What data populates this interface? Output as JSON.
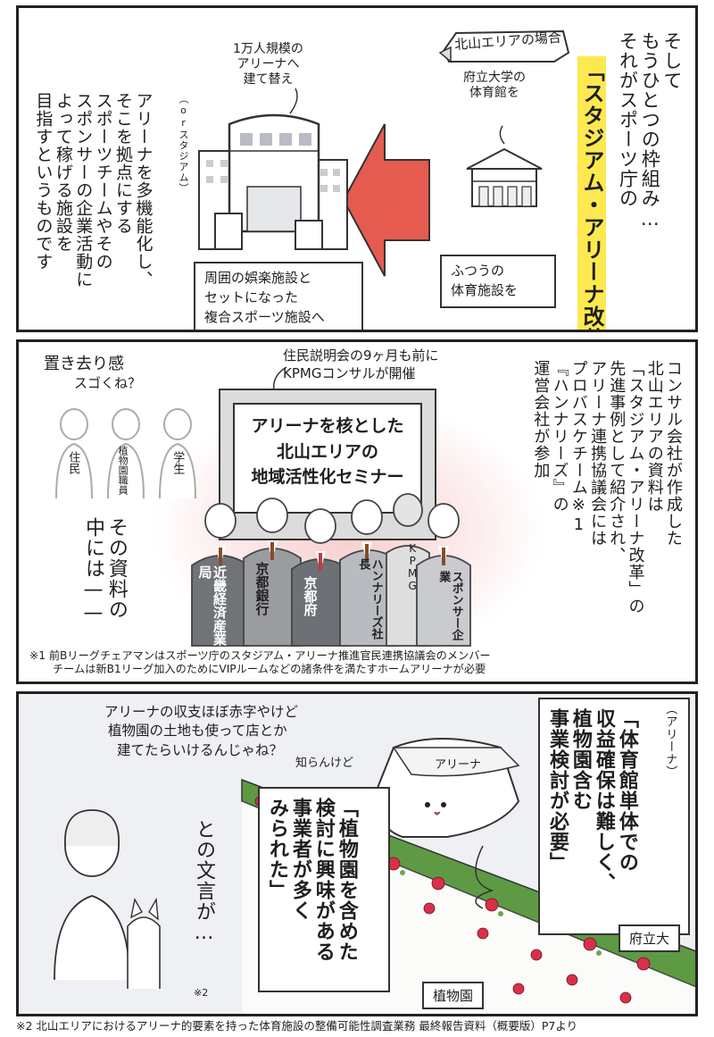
{
  "panel1": {
    "narration": [
      "そして",
      "もうひとつの枠組み…",
      "それがスポーツ庁の"
    ],
    "highlight": "「スタジアム・アリーナ改革」",
    "area_tag": "北山エリアの場合",
    "univ_caption": [
      "府立大学の",
      "体育館を"
    ],
    "arena_caption": [
      "1万人規模の",
      "アリーナへ",
      "建て替え"
    ],
    "box_left": [
      "周囲の娯楽施設と",
      "セットになった",
      "複合スポーツ施設へ"
    ],
    "box_right": [
      "ふつうの",
      "体育施設を"
    ],
    "small_note": "（orスタジアム）",
    "explanation": [
      "アリーナを多機能化し、",
      "そこを拠点にする",
      "スポーツチームやその",
      "スポンサーの企業活動に",
      "よって稼げる施設を",
      "目指すというものです"
    ]
  },
  "panel2": {
    "narration": [
      "コンサル会社が作成した",
      "北山エリアの資料は",
      "「スタジアム・アリーナ改革」の",
      "先進事例として紹介され、",
      "アリーナ連携協議会には",
      "プロバスケチーム※1",
      "『ハンナリーズ』の",
      "運営会社が参加"
    ],
    "note_top": [
      "住民説明会の9ヶ月も前に",
      "KPMGコンサルが開催"
    ],
    "left_thought": [
      "置き去り感",
      "スゴくね？"
    ],
    "residents": [
      "住民",
      "植物園職員",
      "学生"
    ],
    "sign": [
      "アリーナを核とした",
      "北山エリアの",
      "地域活性化セミナー"
    ],
    "attendees": [
      "近畿経済産業局",
      "京都銀行",
      "京都府",
      "ハンナリーズ社長",
      "KPMG",
      "スポンサー企業"
    ],
    "narration_left": [
      "その資料の",
      "中には——"
    ],
    "footnote": [
      "※1 前Bリーグチェアマンはスポーツ庁のスタジアム・アリーナ推進官民連携協議会のメンバー",
      "チームは新B1リーグ加入のためにVIPルームなどの諸条件を満たすホームアリーナが必要"
    ]
  },
  "panel3": {
    "thought": [
      "アリーナの収支ほぼ赤字やけど",
      "植物園の土地も使って店とか",
      "建てたらいけるんじゃね？"
    ],
    "aside": "知らんけど",
    "arena_label": "アリーナ",
    "quote_right_prefix": "（アリーナ）",
    "quote_right": [
      "「体育館単体での",
      "収益確保は難しく、",
      "植物園含む",
      "事業検討が必要」"
    ],
    "quote_mid": [
      "「植物園を含めた",
      "検討に興味がある",
      "事業者が多く",
      "みられた」"
    ],
    "closing": [
      "との文言が…"
    ],
    "closing_note": "※2",
    "label_univ": "府立大",
    "label_garden": "植物園"
  },
  "footnote2": "※2 北山エリアにおけるアリーナ的要素を持った体育施設の整備可能性調査業務 最終報告資料（概要版）P7より",
  "colors": {
    "highlight": "#fde94f",
    "arrow": "#e55b50",
    "rose": "#d9304a",
    "leaf": "#6aa64e",
    "hedge_top": "#5e9a43",
    "glow": "#f7c6c6"
  }
}
